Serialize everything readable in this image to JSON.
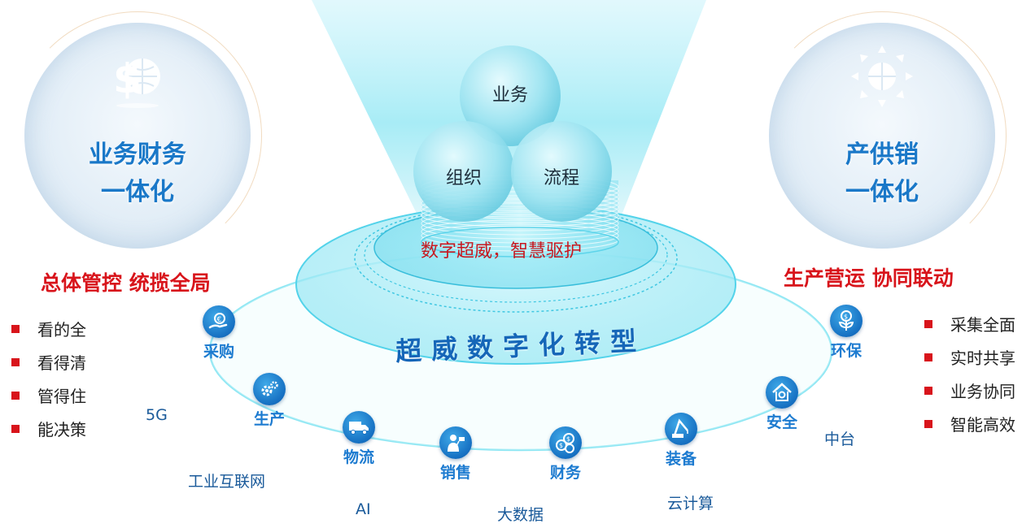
{
  "left_circle": {
    "title_line1": "业务财务",
    "title_line2": "一体化",
    "icon": "dollar-globe-icon"
  },
  "right_circle": {
    "title_line1": "产供销",
    "title_line2": "一体化",
    "icon": "globe-arrows-icon"
  },
  "left_heading": "总体管控 统揽全局",
  "right_heading": "生产营运 协同联动",
  "left_bullets": [
    "看的全",
    "看得清",
    "管得住",
    "能决策"
  ],
  "right_bullets": [
    "采集全面",
    "实时共享",
    "业务协同",
    "智能高效"
  ],
  "spheres": {
    "top": "业务",
    "left": "组织",
    "right": "流程"
  },
  "slogan": "数字超威，智慧驱护",
  "main_title": "超威数字化转型",
  "nodes": [
    {
      "label": "采购",
      "icon": "hand-euro-icon"
    },
    {
      "label": "生产",
      "icon": "gears-icon"
    },
    {
      "label": "物流",
      "icon": "truck-icon"
    },
    {
      "label": "销售",
      "icon": "salesperson-icon"
    },
    {
      "label": "财务",
      "icon": "coins-icon"
    },
    {
      "label": "装备",
      "icon": "crane-icon"
    },
    {
      "label": "安全",
      "icon": "house-shield-icon"
    },
    {
      "label": "环保",
      "icon": "plant-dollar-icon"
    }
  ],
  "tech_labels": {
    "g5": "5G",
    "industrial_internet": "工业互联网",
    "ai": "AI",
    "big_data": "大数据",
    "cloud": "云计算",
    "middle_platform": "中台"
  },
  "colors": {
    "accent_blue": "#1a78c8",
    "accent_red": "#d8141b",
    "cyan_glow": "#5ee0f0"
  }
}
